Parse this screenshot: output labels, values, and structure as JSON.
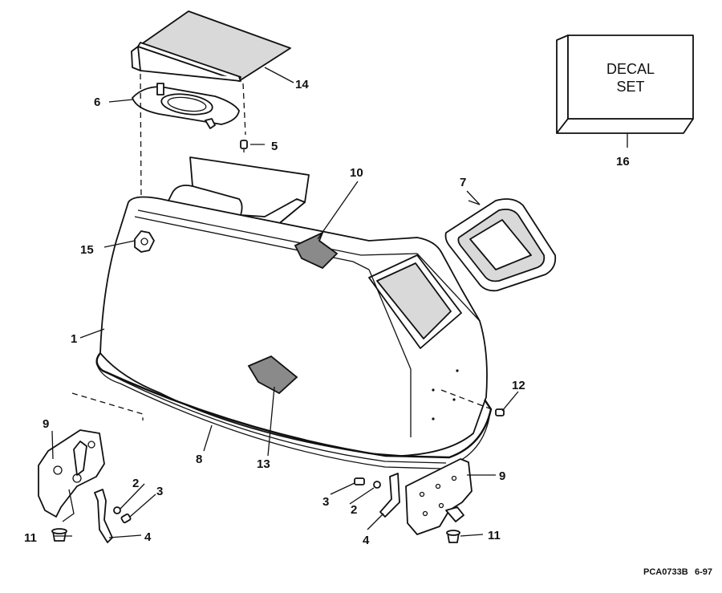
{
  "callouts": {
    "c1": "1",
    "c2a": "2",
    "c2b": "2",
    "c3a": "3",
    "c3b": "3",
    "c4a": "4",
    "c4b": "4",
    "c5": "5",
    "c6": "6",
    "c7": "7",
    "c8": "8",
    "c9a": "9",
    "c9b": "9",
    "c10": "10",
    "c11a": "11",
    "c11b": "11",
    "c12": "12",
    "c13": "13",
    "c14": "14",
    "c15": "15",
    "c16": "16"
  },
  "decal_box": {
    "line1": "DECAL",
    "line2": "SET"
  },
  "footer": {
    "code": "PCA0733B",
    "date": "6-97"
  }
}
